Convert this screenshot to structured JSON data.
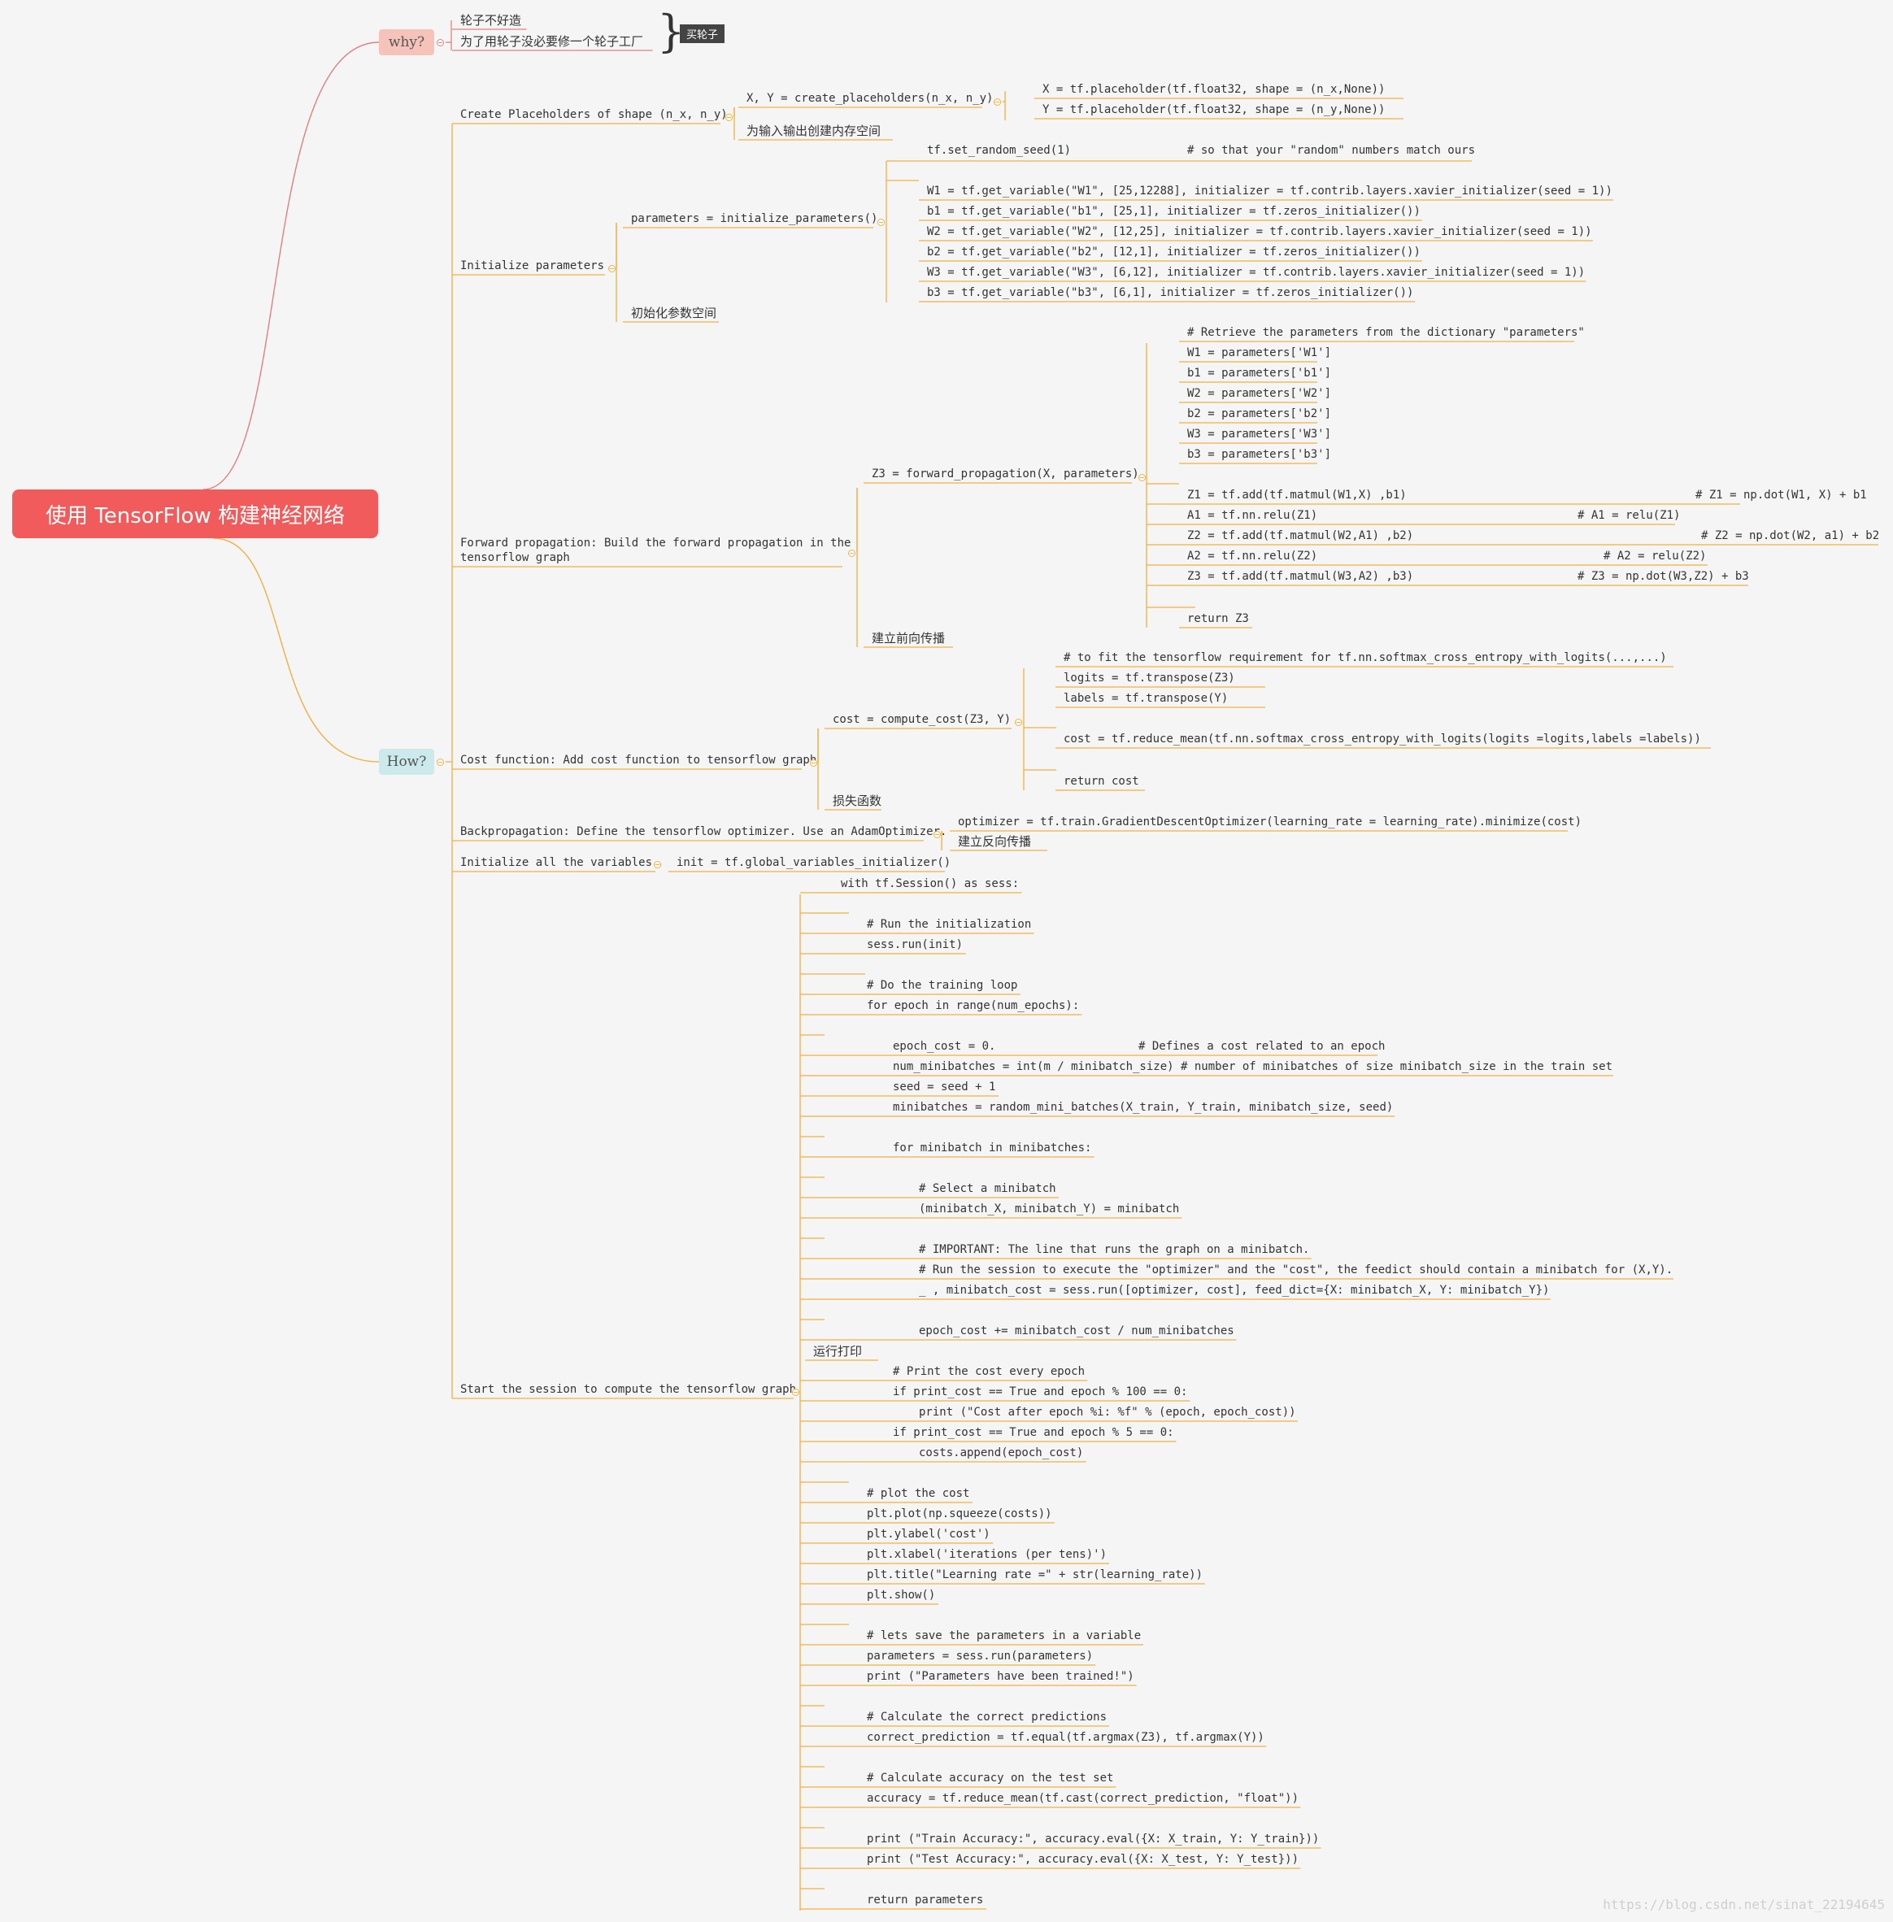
{
  "root": {
    "title": "使用 TensorFlow 构建神经网络"
  },
  "why": {
    "label": "why?",
    "reasons": [
      "轮子不好造",
      "为了用轮子没必要修一个轮子工厂"
    ],
    "conclusion": "买轮子"
  },
  "how": {
    "label": "How?",
    "placeholders": {
      "label": "Create Placeholders of shape (n_x, n_y)",
      "call": "X, Y = create_placeholders(n_x, n_y)",
      "code": [
        "X = tf.placeholder(tf.float32, shape = (n_x,None))",
        "Y = tf.placeholder(tf.float32, shape = (n_y,None))"
      ],
      "note": "为输入输出创建内存空间"
    },
    "init_params": {
      "label": "Initialize parameters",
      "call": "parameters = initialize_parameters()",
      "seed_line": "tf.set_random_seed(1)",
      "seed_comment": "# so that your \"random\" numbers match ours",
      "code": [
        "W1 = tf.get_variable(\"W1\", [25,12288], initializer = tf.contrib.layers.xavier_initializer(seed = 1))",
        "b1 = tf.get_variable(\"b1\", [25,1], initializer = tf.zeros_initializer())",
        "W2 = tf.get_variable(\"W2\", [12,25], initializer = tf.contrib.layers.xavier_initializer(seed = 1))",
        "b2 = tf.get_variable(\"b2\", [12,1], initializer = tf.zeros_initializer())",
        "W3 = tf.get_variable(\"W3\", [6,12], initializer = tf.contrib.layers.xavier_initializer(seed = 1))",
        "b3 = tf.get_variable(\"b3\", [6,1], initializer = tf.zeros_initializer())"
      ],
      "note": "初始化参数空间"
    },
    "forward": {
      "label": "Forward propagation: Build the forward propagation in the\ntensorflow graph",
      "call": "Z3 = forward_propagation(X, parameters)",
      "retrieve": [
        "# Retrieve the parameters from the dictionary \"parameters\"",
        "W1 = parameters['W1']",
        "b1 = parameters['b1']",
        "W2 = parameters['W2']",
        "b2 = parameters['b2']",
        "W3 = parameters['W3']",
        "b3 = parameters['b3']"
      ],
      "ops": [
        "Z1 = tf.add(tf.matmul(W1,X) ,b1)",
        "A1 = tf.nn.relu(Z1)",
        "Z2 = tf.add(tf.matmul(W2,A1) ,b2)",
        "A2 = tf.nn.relu(Z2)",
        "Z3 = tf.add(tf.matmul(W3,A2) ,b3)"
      ],
      "comments": [
        "# Z1 = np.dot(W1, X) + b1",
        "# A1 = relu(Z1)",
        "# Z2 = np.dot(W2, a1) + b2",
        "# A2 = relu(Z2)",
        "# Z3 = np.dot(W3,Z2) + b3"
      ],
      "return": "return Z3",
      "note": "建立前向传播"
    },
    "cost": {
      "label": "Cost function: Add cost function to tensorflow graph",
      "call": "cost = compute_cost(Z3, Y)",
      "code": [
        "# to fit the tensorflow requirement for tf.nn.softmax_cross_entropy_with_logits(...,...)",
        "logits = tf.transpose(Z3)",
        "labels = tf.transpose(Y)",
        "cost = tf.reduce_mean(tf.nn.softmax_cross_entropy_with_logits(logits =logits,labels =labels))",
        "return cost"
      ],
      "note": "损失函数"
    },
    "backprop": {
      "label": "Backpropagation: Define the tensorflow optimizer. Use an AdamOptimizer.",
      "code": "optimizer = tf.train.GradientDescentOptimizer(learning_rate = learning_rate).minimize(cost)",
      "note": "建立反向传播"
    },
    "init_vars": {
      "label": "Initialize all the variables",
      "code": "init = tf.global_variables_initializer()"
    },
    "session": {
      "label": "Start the session to compute the tensorflow graph",
      "with": "with tf.Session() as sess:",
      "run_comment": "# Run the initialization",
      "run": "sess.run(init)",
      "loop_comment": "# Do the training loop",
      "loop": "for epoch in range(num_epochs):",
      "epoch_cost": "epoch_cost = 0.",
      "epoch_cost_comment": "# Defines a cost related to an epoch",
      "num_mb": "num_minibatches = int(m / minibatch_size) # number of minibatches of size minibatch_size in the train set",
      "seed": "seed = seed + 1",
      "minibatches": "minibatches = random_mini_batches(X_train, Y_train, minibatch_size, seed)",
      "for_mb": "for minibatch in minibatches:",
      "select_comment": "# Select a minibatch",
      "unpack": "(minibatch_X, minibatch_Y) = minibatch",
      "important": "# IMPORTANT: The line that runs the graph on a minibatch.",
      "run_session": "# Run the session to execute the \"optimizer\" and the \"cost\", the feedict should contain a minibatch for (X,Y).",
      "run_line": "_ , minibatch_cost = sess.run([optimizer, cost], feed_dict={X: minibatch_X, Y: minibatch_Y})",
      "accumulate": "epoch_cost += minibatch_cost / num_minibatches",
      "print_note": "运行打印",
      "print_comment": "# Print the cost every epoch",
      "if100": "if print_cost == True and epoch % 100 == 0:",
      "print_cost": "print (\"Cost after epoch %i: %f\" % (epoch, epoch_cost))",
      "if5": "if print_cost == True and epoch % 5 == 0:",
      "append": "costs.append(epoch_cost)",
      "plot": [
        "# plot the cost",
        "plt.plot(np.squeeze(costs))",
        "plt.ylabel('cost')",
        "plt.xlabel('iterations (per tens)')",
        "plt.title(\"Learning rate =\" + str(learning_rate))",
        "plt.show()"
      ],
      "save": [
        "# lets save the parameters in a variable",
        "parameters = sess.run(parameters)",
        "print (\"Parameters have been trained!\")"
      ],
      "correct": [
        "# Calculate the correct predictions",
        "correct_prediction = tf.equal(tf.argmax(Z3), tf.argmax(Y))"
      ],
      "accuracy": [
        "# Calculate accuracy on the test set",
        "accuracy = tf.reduce_mean(tf.cast(correct_prediction, \"float\"))"
      ],
      "prints": [
        "print (\"Train Accuracy:\", accuracy.eval({X: X_train, Y: Y_train}))",
        "print (\"Test Accuracy:\", accuracy.eval({X: X_test, Y: Y_test}))"
      ],
      "return": "return parameters"
    }
  },
  "watermark": "https://blog.csdn.net/sinat_22194645",
  "colors": {
    "root": "#f15b5b",
    "why": "#f6c3bb",
    "how": "#cce9ec",
    "branch": "#f0b040",
    "why_line": "#e08080"
  }
}
